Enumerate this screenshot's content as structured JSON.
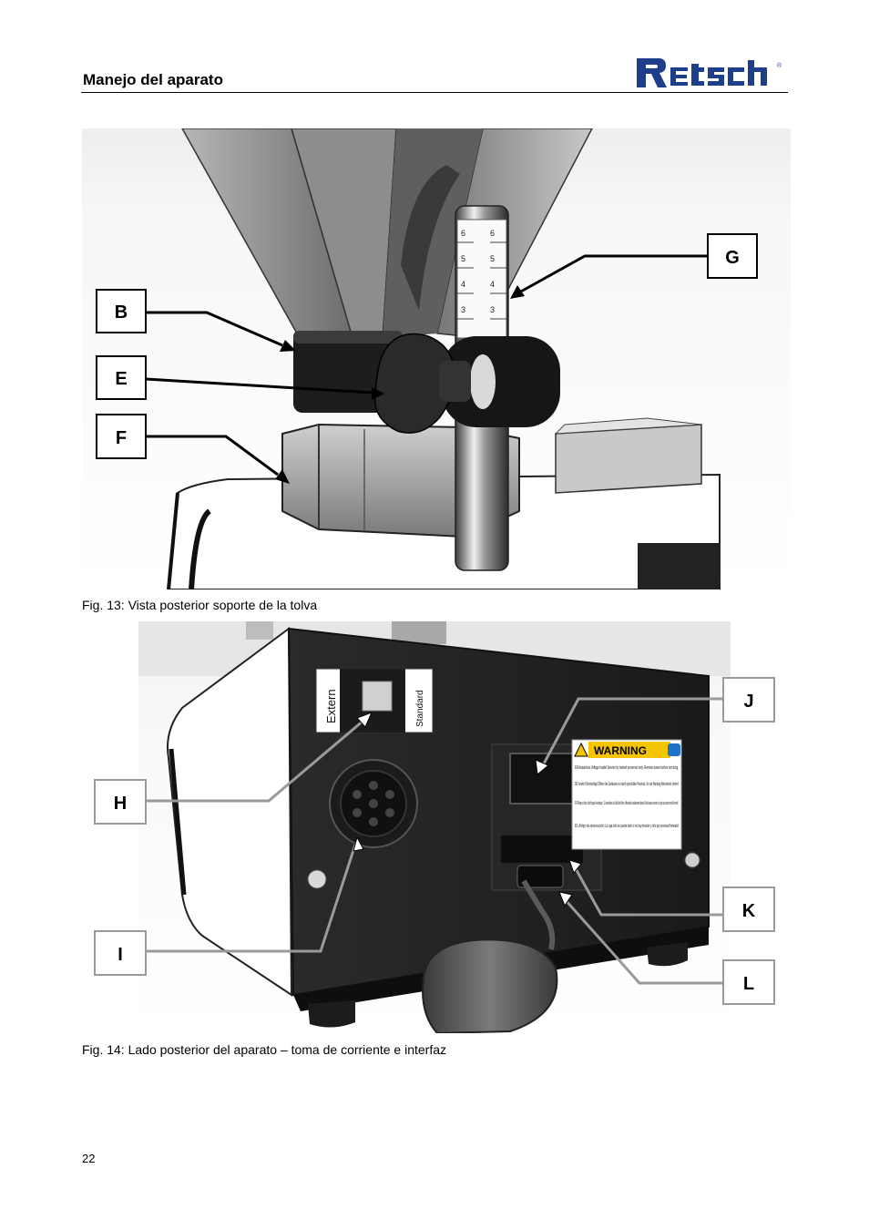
{
  "header": {
    "section_title": "Manejo del aparato",
    "logo_text": "Retsch",
    "logo_mark": "®"
  },
  "figure13": {
    "caption": "Fig. 13: Vista posterior soporte de la tolva",
    "callouts": [
      "B",
      "E",
      "F",
      "G"
    ],
    "scale_numbers": [
      "6",
      "5",
      "4",
      "3",
      "6",
      "5",
      "4",
      "3"
    ]
  },
  "figure14": {
    "caption": "Fig. 14: Lado posterior del aparato – toma de corriente e interfaz",
    "callouts": [
      "H",
      "I",
      "J",
      "K",
      "L"
    ],
    "switch_labels": {
      "left": "Extern",
      "right": "Standard"
    },
    "warning_label": {
      "title": "WARNING",
      "lines": [
        "EN Hazardous Voltage Inside! Service by trained personnel only. Remove power before servicing.",
        "DE Vorsicht Stromschlag! Öffnen des Gehäuses nur durch geschultes Personal. Vor der Wartung Netzstecker ziehen!",
        "FR Risque d'une décharge électrique ! L'ouverture du bâti doit être effectuée seulement dans l'état sans tension et par un personnel formé !",
        "ES ¡Peligro de electrocución! ¡La caja sólo se puede abrir si no hay tensión y sólo por personal formado!"
      ]
    }
  },
  "page_number": "22"
}
